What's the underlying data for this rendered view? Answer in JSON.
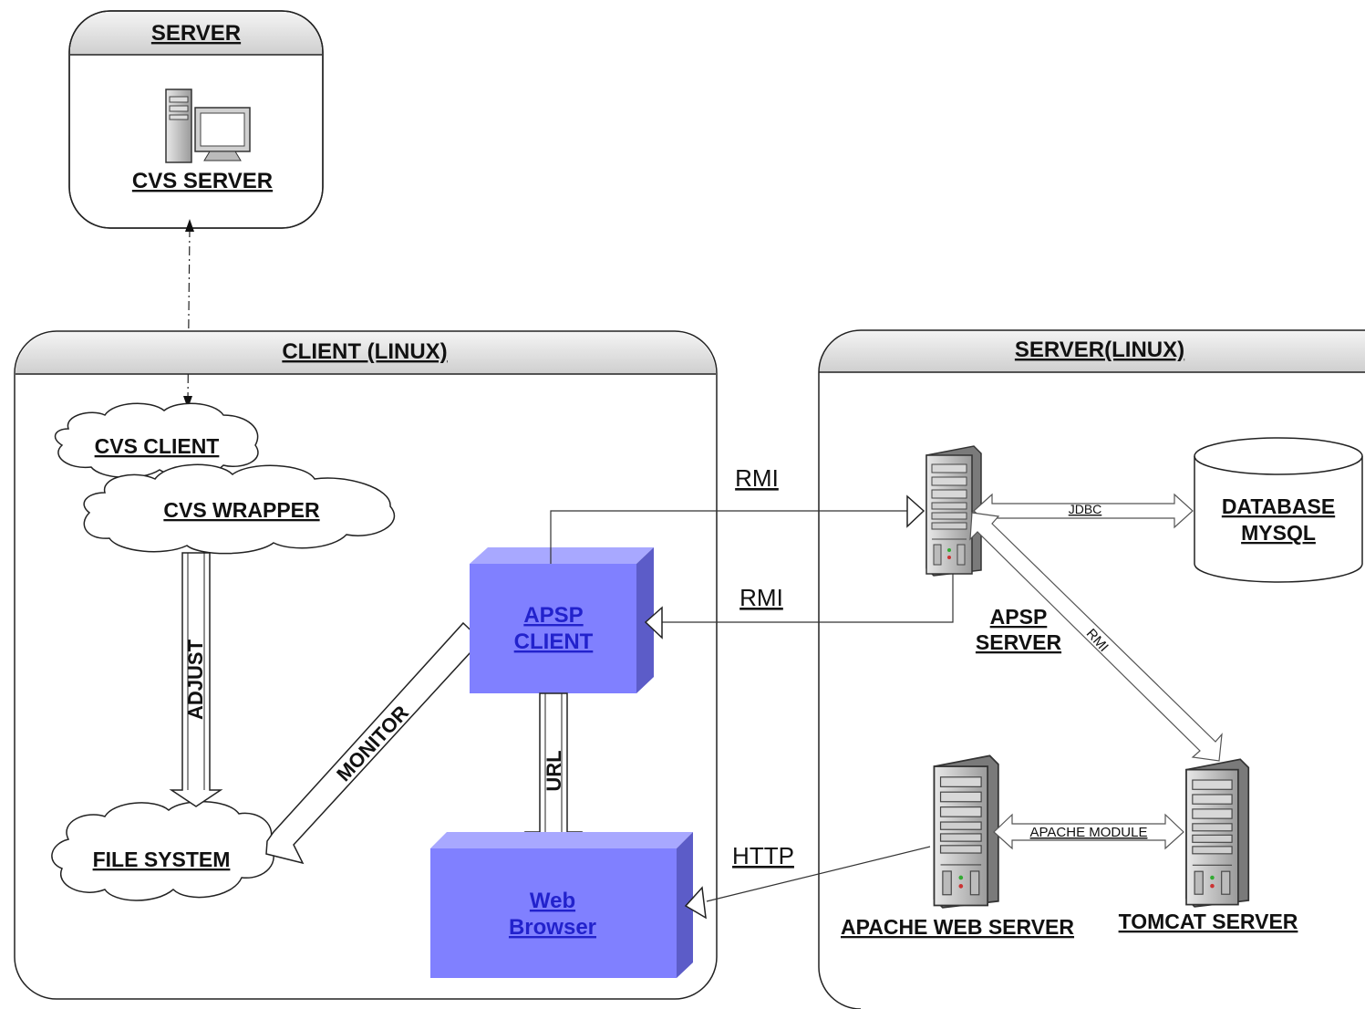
{
  "containers": {
    "top_server": "SERVER",
    "client": "CLIENT (LINUX)",
    "server_linux": "SERVER(LINUX)"
  },
  "nodes": {
    "cvs_server": "CVS  SERVER",
    "cvs_client": "CVS CLIENT",
    "cvs_wrapper": "CVS WRAPPER",
    "file_system": "FILE SYSTEM",
    "apsp_client_line1": "APSP",
    "apsp_client_line2": "CLIENT",
    "web_browser_line1": "Web",
    "web_browser_line2": "Browser",
    "apsp_server_line1": "APSP",
    "apsp_server_line2": "SERVER",
    "database_line1": "DATABASE",
    "database_line2": "MYSQL",
    "apache_web_server": "APACHE WEB SERVER",
    "tomcat_server": "TOMCAT SERVER"
  },
  "connections": {
    "adjust": "ADJUST",
    "monitor": "MONITOR",
    "url": "URL",
    "rmi_top": "RMI",
    "rmi_bottom": "RMI",
    "http": "HTTP",
    "jdbc": "JDBC",
    "rmi_diag": "RMI",
    "apache_module": "APACHE MODULE"
  },
  "colors": {
    "box_fill": "#8080ff",
    "box_side": "#6060d0",
    "box_top": "#a8a8ff",
    "header_fill": "#e6e6e6"
  }
}
